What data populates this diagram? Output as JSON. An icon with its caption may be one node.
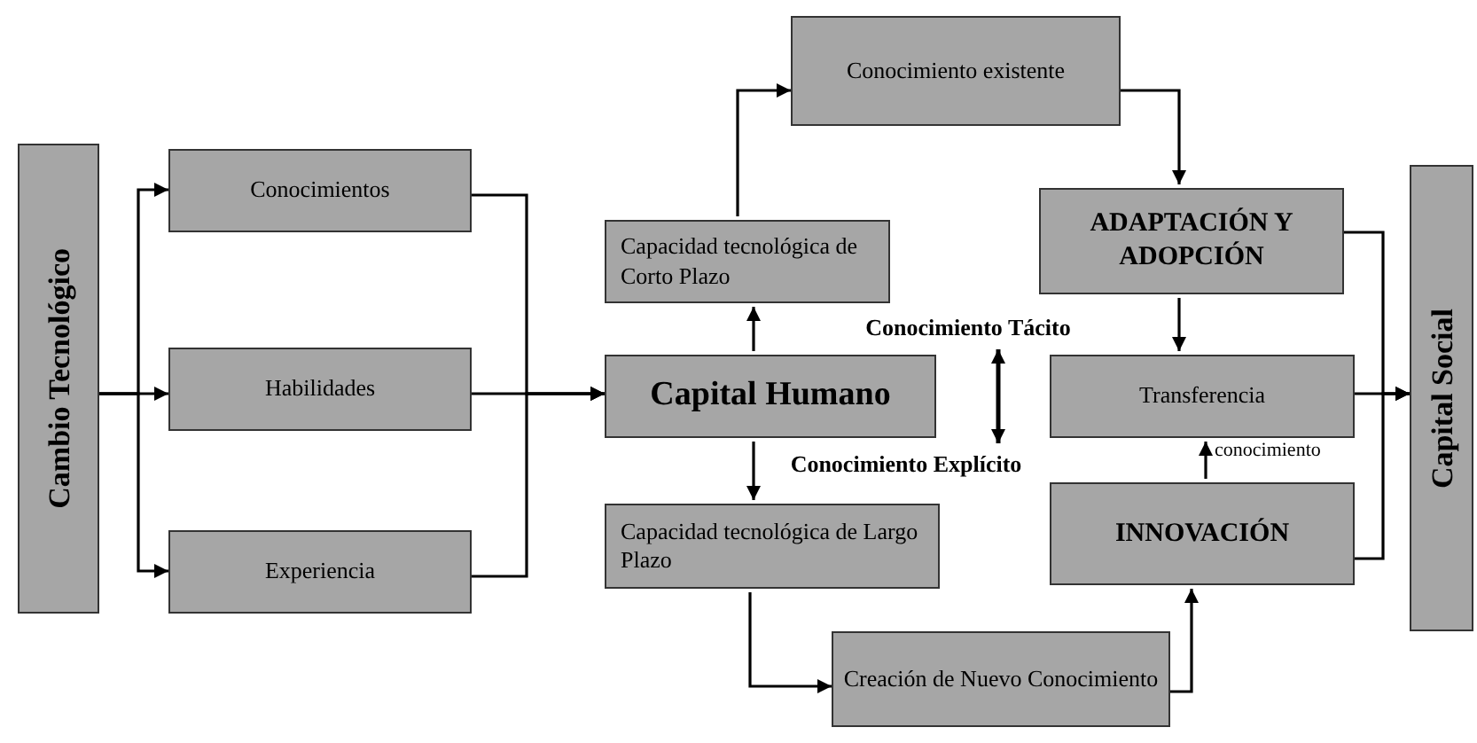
{
  "diagram": {
    "nodes": [
      {
        "text": [
          "Cambio Tecnológico"
        ]
      },
      {
        "text": [
          "Conocimientos"
        ]
      },
      {
        "text": [
          "Habilidades"
        ]
      },
      {
        "text": [
          "Experiencia"
        ]
      },
      {
        "text": [
          "Capacidad tecnológica de Corto Plazo"
        ]
      },
      {
        "text": [
          "Conocimiento existente"
        ]
      },
      {
        "text": [
          "Capital Humano"
        ]
      },
      {
        "text": [
          "Capacidad tecnológica de Largo Plazo"
        ]
      },
      {
        "text": [
          "Creación de Nuevo Conocimiento"
        ]
      },
      {
        "text": [
          "ADAPTACIÓN Y ADOPCIÓN"
        ]
      },
      {
        "text": [
          "Transferencia"
        ]
      },
      {
        "text": [
          "INNOVACIÓN"
        ]
      },
      {
        "text": [
          "Capital Social"
        ]
      },
      {
        "text": [
          "Conocimiento Tácito"
        ]
      },
      {
        "text": [
          "Conocimiento Explícito"
        ]
      }
    ],
    "edges": [
      {
        "from": 0,
        "to": 1,
        "arrow": "to"
      },
      {
        "from": 0,
        "to": 2,
        "arrow": "to"
      },
      {
        "from": 0,
        "to": 3,
        "arrow": "to"
      },
      {
        "from": 1,
        "to": 6,
        "arrow": "to"
      },
      {
        "from": 2,
        "to": 6,
        "arrow": "to"
      },
      {
        "from": 3,
        "to": 6,
        "arrow": "to"
      },
      {
        "from": 6,
        "to": 4,
        "arrow": "to"
      },
      {
        "from": 6,
        "to": 7,
        "arrow": "to"
      },
      {
        "from": 4,
        "to": 5,
        "arrow": "to"
      },
      {
        "from": 7,
        "to": 8,
        "arrow": "to"
      },
      {
        "from": 5,
        "to": 9,
        "arrow": "to"
      },
      {
        "from": 8,
        "to": 11,
        "arrow": "to"
      },
      {
        "from": 9,
        "to": 10,
        "arrow": "to"
      },
      {
        "from": 11,
        "to": 10,
        "arrow": "to"
      },
      {
        "from": 10,
        "to": 12,
        "arrow": "to"
      },
      {
        "from": 9,
        "to": 12,
        "arrow": "to"
      },
      {
        "from": 11,
        "to": 12,
        "arrow": "to"
      },
      {
        "from": 13,
        "to": 14,
        "arrow": "both"
      }
    ],
    "labels": [
      "conocimiento"
    ]
  }
}
